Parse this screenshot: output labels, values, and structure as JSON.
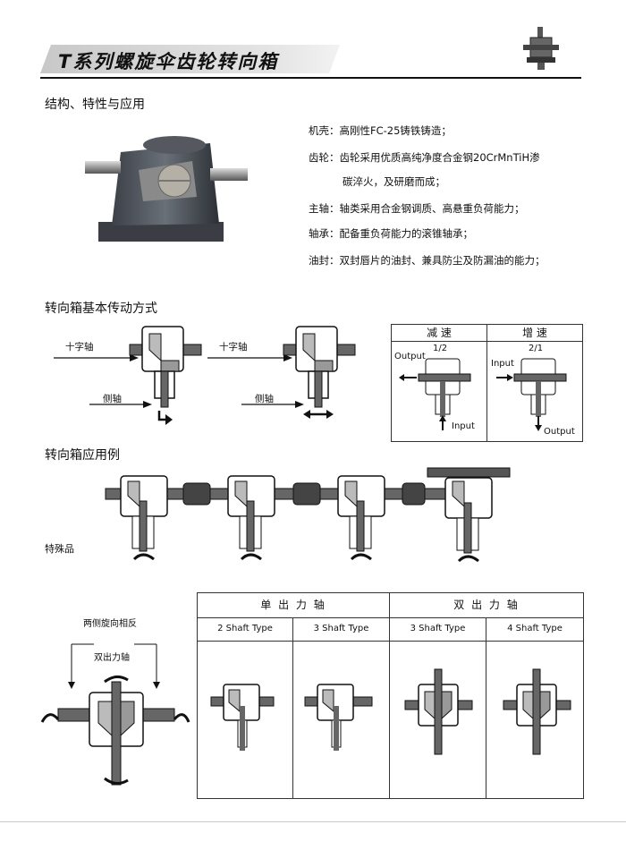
{
  "header": {
    "title": "T系列螺旋伞齿轮转向箱"
  },
  "sections": {
    "structure": "结构、特性与应用",
    "drive_modes": "转向箱基本传动方式",
    "examples": "转向箱应用例"
  },
  "specs": [
    "机壳：高刚性FC-25铸铁铸造；",
    "齿轮：齿轮采用优质高纯净度合金钢20CrMnTiH渗",
    "碳淬火，及研磨而成；",
    "主轴：轴类采用合金钢调质、高悬重负荷能力；",
    "轴承：配备重负荷能力的滚锥轴承；",
    "油封：双封唇片的油封、兼具防尘及防漏油的能力；"
  ],
  "drive": {
    "cross_shaft_1": "十字轴",
    "cross_shaft_2": "十字轴",
    "side_shaft_1": "侧轴",
    "side_shaft_2": "侧轴"
  },
  "ratio_table": {
    "reduce": "减  速",
    "increase": "增  速",
    "ratio_reduce": "1/2",
    "ratio_increase": "2/1",
    "output_1": "Output",
    "input_1": "Input",
    "input_2": "Input",
    "output_2": "Output"
  },
  "special": "特殊品",
  "dual": {
    "opposite": "两侧旋向相反",
    "dual_shaft": "双出力轴"
  },
  "types_table": {
    "single_header": "单 出 力 轴",
    "dual_header": "双 出 力 轴",
    "types": [
      "2  Shaft Type",
      "3  Shaft Type",
      "3  Shaft Type",
      "4  Shaft Type"
    ]
  }
}
